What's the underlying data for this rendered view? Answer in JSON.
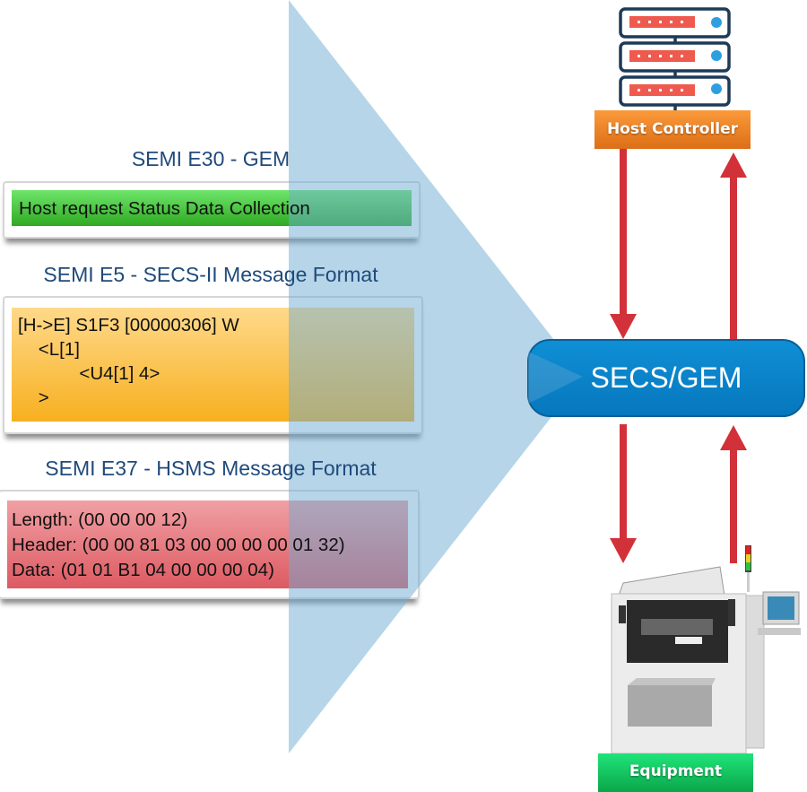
{
  "sections": [
    {
      "title": "SEMI E30 - GEM",
      "lines": [
        "Host request Status Data Collection"
      ],
      "color": "#3cbf30"
    },
    {
      "title": "SEMI E5 - SECS-II Message Format",
      "lines": [
        "[H->E] S1F3 [00000306] W",
        "    <L[1]",
        "            <U4[1] 4>",
        "    >"
      ],
      "color": "#f9bb35"
    },
    {
      "title": "SEMI E37 - HSMS Message Format",
      "lines": [
        "Length: (00 00 00 12)",
        "Header: (00 00 81 03 00 00 00 00 01 32)",
        "Data: (01 01 B1 04 00 00 00 04)"
      ],
      "color": "#e06c72"
    }
  ],
  "hub": {
    "label": "SECS/GEM",
    "color": "#0a85cf"
  },
  "host": {
    "label": "Host Controller",
    "icon": "server-stack-icon",
    "color": "#f28a2a"
  },
  "equipment": {
    "label": "Equipment",
    "icon": "equipment-machine-icon",
    "color": "#1fcf5a"
  },
  "arrow_color": "#d3313a"
}
